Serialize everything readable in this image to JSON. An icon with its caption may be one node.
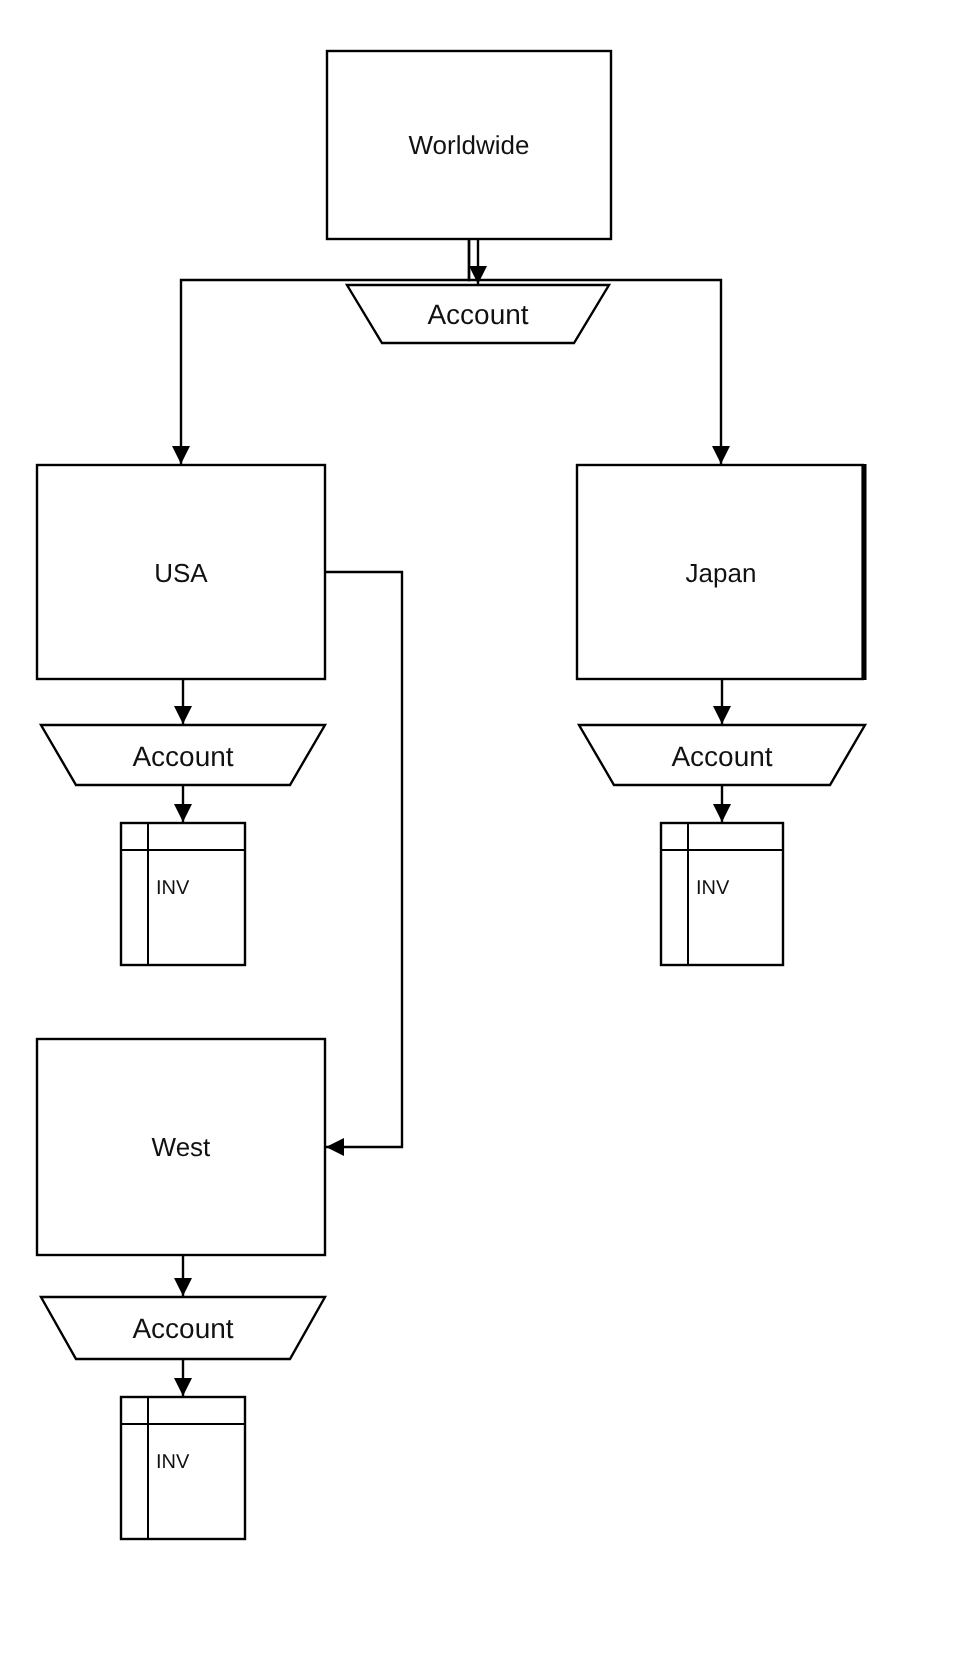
{
  "diagram": {
    "nodes": [
      {
        "text": [
          "Worldwide"
        ]
      },
      {
        "text": [
          "Account"
        ]
      },
      {
        "text": [
          "USA"
        ]
      },
      {
        "text": [
          "Account"
        ]
      },
      {
        "text": [
          "INV"
        ]
      },
      {
        "text": [
          "Japan"
        ]
      },
      {
        "text": [
          "Account"
        ]
      },
      {
        "text": [
          "INV"
        ]
      },
      {
        "text": [
          "West"
        ]
      },
      {
        "text": [
          "Account"
        ]
      },
      {
        "text": [
          "INV"
        ]
      }
    ],
    "edges": [
      {
        "from": 0,
        "to": 1,
        "arrow": "to"
      },
      {
        "from": 0,
        "to": 2,
        "arrow": "to"
      },
      {
        "from": 0,
        "to": 5,
        "arrow": "to"
      },
      {
        "from": 2,
        "to": 3,
        "arrow": "to"
      },
      {
        "from": 3,
        "to": 4,
        "arrow": "to"
      },
      {
        "from": 2,
        "to": 8,
        "arrow": "to"
      },
      {
        "from": 5,
        "to": 6,
        "arrow": "to"
      },
      {
        "from": 6,
        "to": 7,
        "arrow": "to"
      },
      {
        "from": 8,
        "to": 9,
        "arrow": "to"
      },
      {
        "from": 9,
        "to": 10,
        "arrow": "to"
      }
    ]
  }
}
